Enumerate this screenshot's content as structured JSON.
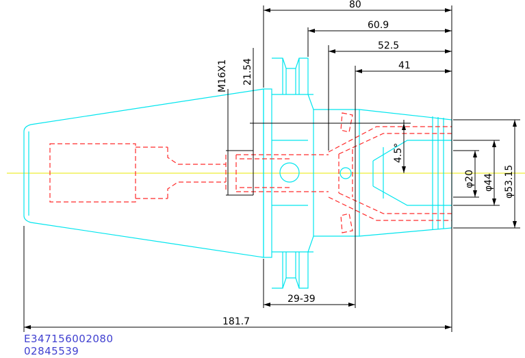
{
  "dimensions": {
    "overall_length": "181.7",
    "length_80": "80",
    "length_60_9": "60.9",
    "length_52_5": "52.5",
    "length_41": "41",
    "length_21_54": "21.54",
    "thread": "M16X1",
    "range": "29-39",
    "angle": "4.5°",
    "dia_20": "φ20",
    "dia_44": "φ44",
    "dia_53_15": "φ53.15"
  },
  "part_codes": {
    "code1": "E347156002080",
    "code2": "02845539"
  },
  "colors": {
    "outline": "#00e5ee",
    "hidden": "#ff2a2a",
    "centerline": "#e8e800",
    "dimension": "#000000",
    "code_text": "#3f3fd0"
  }
}
